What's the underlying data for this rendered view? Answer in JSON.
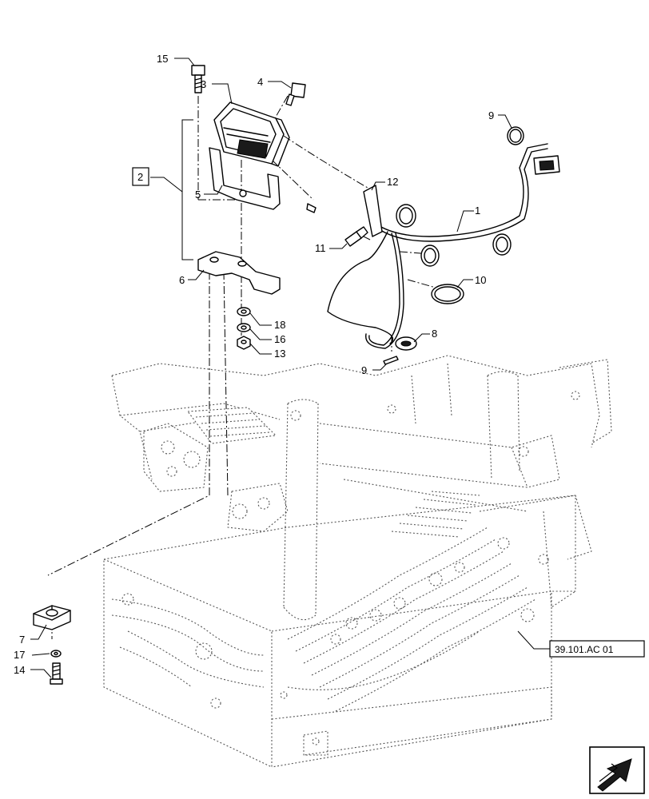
{
  "diagram": {
    "callouts": [
      {
        "id": "c15",
        "label": "15"
      },
      {
        "id": "c4",
        "label": "4"
      },
      {
        "id": "c3",
        "label": "3"
      },
      {
        "id": "c9a",
        "label": "9"
      },
      {
        "id": "c2",
        "label": "2"
      },
      {
        "id": "c5",
        "label": "5"
      },
      {
        "id": "c12",
        "label": "12"
      },
      {
        "id": "c1",
        "label": "1"
      },
      {
        "id": "c11",
        "label": "11"
      },
      {
        "id": "c10",
        "label": "10"
      },
      {
        "id": "c6",
        "label": "6"
      },
      {
        "id": "c18",
        "label": "18"
      },
      {
        "id": "c16",
        "label": "16"
      },
      {
        "id": "c13",
        "label": "13"
      },
      {
        "id": "c8",
        "label": "8"
      },
      {
        "id": "c9b",
        "label": "9"
      },
      {
        "id": "c7",
        "label": "7"
      },
      {
        "id": "c17",
        "label": "17"
      },
      {
        "id": "c14",
        "label": "14"
      }
    ],
    "reference_label": "39.101.AC 01",
    "nav_icon": "next-page-arrow-icon"
  }
}
